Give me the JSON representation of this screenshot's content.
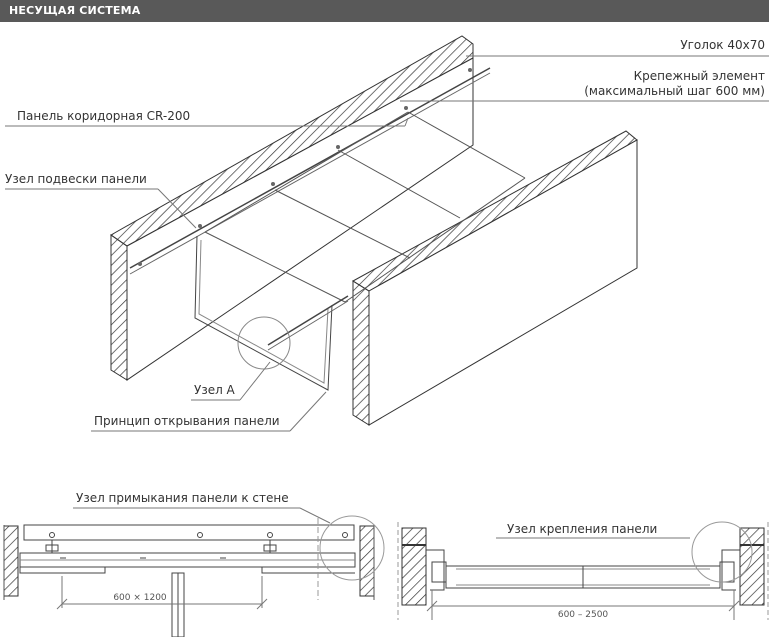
{
  "header": {
    "title": "НЕСУЩАЯ СИСТЕМА"
  },
  "labels": {
    "angle": "Уголок 40x70",
    "fastener_line1": "Крепежный элемент",
    "fastener_line2": "(максимальный шаг 600 мм)",
    "panel": "Панель коридорная CR-200",
    "suspension": "Узел подвески панели",
    "node_a": "Узел А",
    "opening": "Принцип открывания панели",
    "wall_junction": "Узел примыкания панели к стене",
    "mounting": "Узел крепления панели"
  },
  "dimensions": {
    "left": "600 × 1200",
    "right": "600 – 2500"
  }
}
